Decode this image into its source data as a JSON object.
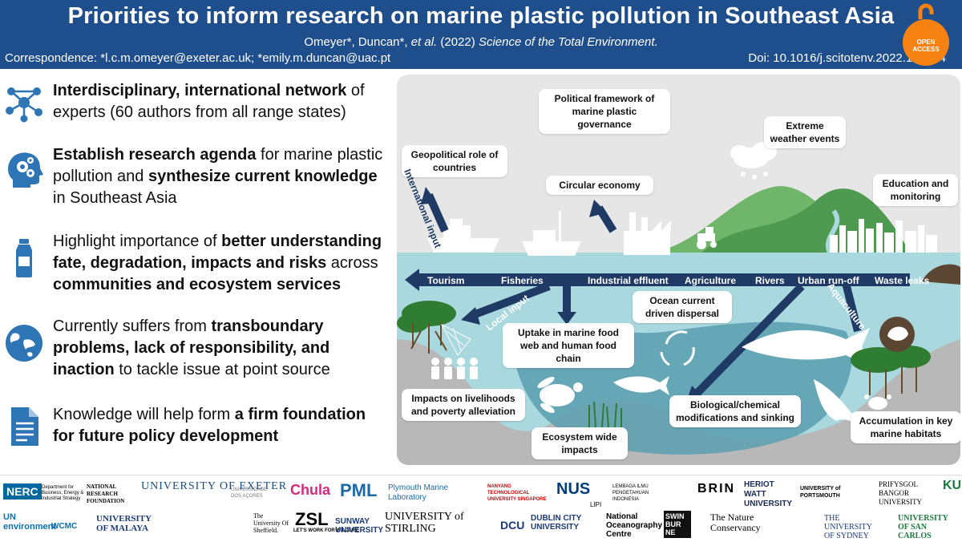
{
  "header": {
    "title": "Priorities to inform research on marine plastic pollution in Southeast Asia",
    "authors_plain": "Omeyer*, Duncan*, ",
    "authors_italic": "et al.",
    "year": " (2022) ",
    "journal": "Science of the Total Environment.",
    "correspondence": "Correspondence: *l.c.m.omeyer@exeter.ac.uk; *emily.m.duncan@uac.pt",
    "doi": "Doi: 10.1016/j.scitotenv.2022.156704",
    "open_access": [
      "OPEN",
      "ACCESS"
    ]
  },
  "points": [
    {
      "icon": "network-icon",
      "parts": [
        {
          "b": "Interdisciplinary, international network"
        },
        {
          "t": " of"
        },
        {
          "br": 1
        },
        {
          "t": "experts (60 authors from all range states)"
        }
      ]
    },
    {
      "icon": "head-gears-icon",
      "parts": [
        {
          "b": "Establish research agenda"
        },
        {
          "t": " for marine plastic"
        },
        {
          "br": 1
        },
        {
          "t": "pollution and "
        },
        {
          "b": "synthesize current knowledge"
        },
        {
          "br": 1
        },
        {
          "t": "in Southeast Asia"
        }
      ]
    },
    {
      "icon": "bottle-icon",
      "parts": [
        {
          "t": "Highlight importance of "
        },
        {
          "b": "better understanding"
        },
        {
          "br": 1
        },
        {
          "b": "fate, degradation, impacts and risks"
        },
        {
          "t": " across"
        },
        {
          "br": 1
        },
        {
          "b": "communities and ecosystem services"
        }
      ]
    },
    {
      "icon": "globe-icon",
      "parts": [
        {
          "t": "Currently suffers from "
        },
        {
          "b": "transboundary"
        },
        {
          "br": 1
        },
        {
          "b": "problems, lack of responsibility, and"
        },
        {
          "br": 1
        },
        {
          "b": "inaction"
        },
        {
          "t": " to tackle issue at point source"
        }
      ]
    },
    {
      "icon": "document-icon",
      "parts": [
        {
          "t": "Knowledge will help form "
        },
        {
          "b": "a firm foundation"
        },
        {
          "br": 1
        },
        {
          "b": "for future policy development"
        }
      ]
    }
  ],
  "diagram": {
    "boxes": {
      "political": "Political framework of marine plastic governance",
      "geopolitical": "Geopolitical role of countries",
      "weather": "Extreme weather events",
      "circular": "Circular economy",
      "education": "Education and monitoring",
      "ocean": "Ocean current driven dispersal",
      "uptake": "Uptake in marine food web and human food chain",
      "livelihoods": "Impacts on livelihoods and poverty alleviation",
      "ecosystem": "Ecosystem wide impacts",
      "biological": "Biological/chemical modifications and sinking",
      "accumulation": "Accumulation in key marine habitats"
    },
    "flows": {
      "tourism": "Tourism",
      "fisheries": "Fisheries",
      "industrial": "Industrial effluent",
      "agriculture": "Agriculture",
      "rivers": "Rivers",
      "urban": "Urban run-off",
      "waste": "Waste leaks",
      "international": "International input",
      "local": "Local input",
      "aquaculture": "Aquaculture"
    }
  },
  "logos": [
    "NERC",
    "Department for Business, Energy & Industrial Strategy",
    "NATIONAL RESEARCH FOUNDATION",
    "UNIVERSITY OF EXETER",
    "UNIVERSIDADE DOS AÇORES",
    "Chula",
    "PML",
    "Plymouth Marine Laboratory",
    "NANYANG TECHNOLOGICAL UNIVERSITY SINGAPORE",
    "NUS",
    "LIPI",
    "LEMBAGA ILMU PENGETAHUAN INDONESIA",
    "BRIN",
    "HERIOT WATT UNIVERSITY",
    "UNIVERSITY of PORTSMOUTH",
    "PRIFYSGOL BANGOR UNIVERSITY",
    "KU",
    "UN environment",
    "WCMC",
    "UNIVERSITY OF MALAYA",
    "The University Of Sheffield.",
    "ZSL",
    "LET'S WORK FOR WILDLIFE",
    "SUNWAY UNIVERSITY",
    "UNIVERSITY of STIRLING",
    "DCU",
    "DUBLIN CITY UNIVERSITY",
    "National Oceanography Centre",
    "SWIN BUR NE",
    "The Nature Conservancy",
    "THE UNIVERSITY OF SYDNEY",
    "UNIVERSITY OF SAN CARLOS"
  ],
  "colors": {
    "header_bg": "#1f4e8c",
    "icon_blue": "#2e75b6",
    "ocean": "#a9d8de",
    "deep_ocean": "#4a90a4",
    "arrow": "#1f3a64",
    "hills": "#5aa35a",
    "open_access": "#f68212"
  }
}
